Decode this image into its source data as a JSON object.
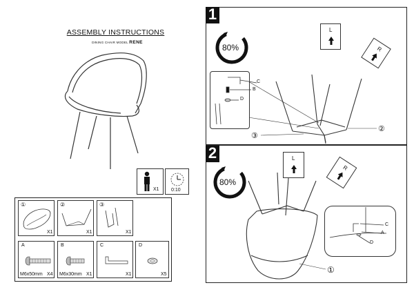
{
  "header": {
    "title": "ASSEMBLY INSTRUCTIONS",
    "subtitle_prefix": "DINING CHAIR MODEL",
    "model": "RENE"
  },
  "info": {
    "people": "X1",
    "time": "0:10"
  },
  "parts": [
    {
      "id": "①",
      "qty": "X1"
    },
    {
      "id": "②",
      "qty": "X1"
    },
    {
      "id": "③",
      "qty": "X1"
    }
  ],
  "hardware": [
    {
      "id": "A",
      "size": "M6x50mm",
      "qty": "X4"
    },
    {
      "id": "B",
      "size": "M6x30mm",
      "qty": "X1"
    },
    {
      "id": "C",
      "size": "",
      "qty": "X1"
    },
    {
      "id": "D",
      "size": "",
      "qty": "X5"
    }
  ],
  "steps": [
    {
      "number": "1",
      "progress": "80%",
      "left_label": "L",
      "right_label": "R",
      "detail_labels": [
        "C",
        "B",
        "D"
      ],
      "callouts": [
        "②",
        "③"
      ]
    },
    {
      "number": "2",
      "progress": "80%",
      "left_label": "L",
      "right_label": "R",
      "detail_labels": [
        "C",
        "A",
        "D"
      ],
      "callouts": [
        "①"
      ]
    }
  ]
}
